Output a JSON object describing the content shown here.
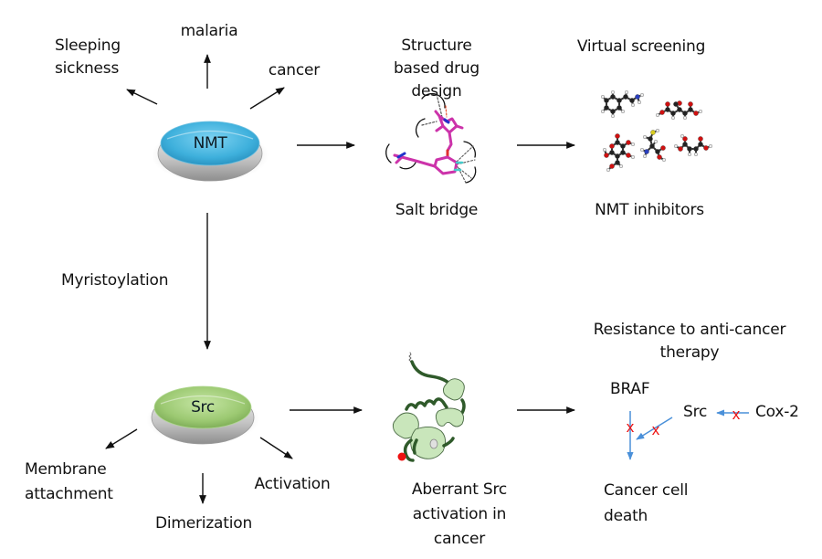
{
  "colors": {
    "nmt_pill": "#3eb0dc",
    "src_pill": "#9cc972",
    "pill_rim": "#bdbdbd",
    "arrow": "#111111",
    "pathway_arrow": "#4a90d9",
    "inhibit_x": "#ee1111",
    "ligand": "#cc33aa",
    "protein_fill": "#c9e6bb",
    "protein_chain": "#2f5a2a",
    "phospho_dot": "#ee1111"
  },
  "nmt_node": {
    "label": "NMT",
    "targets": [
      "Sleeping sickness",
      "malaria",
      "cancer"
    ]
  },
  "src_node": {
    "label": "Src",
    "effects": [
      "Membrane attachment",
      "Dimerization",
      "Activation"
    ]
  },
  "myristoylation_label": "Myristoylation",
  "top_row": {
    "sbdd": {
      "title": "Structure based drug design",
      "caption": "Salt bridge",
      "icon": "ligand-structure-icon"
    },
    "vs": {
      "title": "Virtual screening",
      "caption": "NMT inhibitors",
      "icon": "molecules-icon"
    }
  },
  "bottom_row": {
    "aberrant": {
      "caption": "Aberrant Src activation in cancer",
      "icon": "src-protein-icon"
    },
    "resistance": {
      "title": "Resistance to anti-cancer therapy",
      "nodes": {
        "braf": "BRAF",
        "src": "Src",
        "cox2": "Cox-2",
        "death": "Cancer cell death"
      },
      "inhibit_symbol": "x"
    }
  }
}
